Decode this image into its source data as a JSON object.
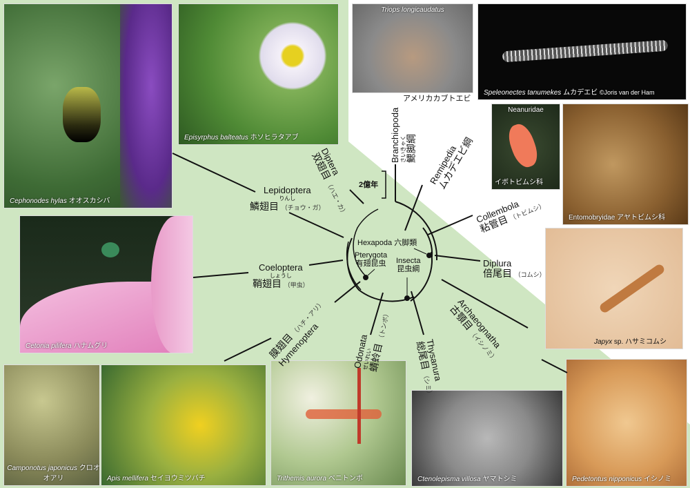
{
  "photos": {
    "cephonodes": {
      "sci": "Cephonodes hylas",
      "ja": "オオスカシバ"
    },
    "episyrphus": {
      "sci": "Episyrphus balteatus",
      "ja": "ホソヒラタアブ"
    },
    "triops": {
      "sci": "Triops longicaudatus",
      "ja": "アメリカカブトエビ"
    },
    "speleonectes": {
      "sci": "Speleonectes tanumekes",
      "ja": "ムカデエビ",
      "credit": "©Joris van der Ham"
    },
    "neanuridae": {
      "sci": "Neanuridae",
      "ja": "イボトビムシ科"
    },
    "entomobryidae": {
      "sci": "Entomobryidae",
      "ja": "アヤトビムシ科"
    },
    "japyx": {
      "sci": "Japyx",
      "sp": "sp.",
      "ja": "ハサミコムシ"
    },
    "cetonia": {
      "sci": "Cetonia pilifera",
      "ja": "ハナムグリ"
    },
    "camponotus": {
      "sci": "Camponotus japonicus",
      "ja": "クロオオアリ"
    },
    "apis": {
      "sci": "Apis mellifera",
      "ja": "セイヨウミツバチ"
    },
    "trithemis": {
      "sci": "Trithemis aurora",
      "ja": "ベニトンボ"
    },
    "ctenolepisma": {
      "sci": "Ctenolepisma villosa",
      "ja": "ヤマトシミ"
    },
    "pedetontus": {
      "sci": "Pedetontus nipponicus",
      "ja": "イシノミ"
    }
  },
  "taxa": {
    "diptera": {
      "en": "Diptera",
      "ja": "双翅目",
      "note": "（ハエ・カ）"
    },
    "lepidoptera": {
      "en": "Lepidoptera",
      "ja": "鱗翅目",
      "furi": "りんし",
      "note": "（チョウ・ガ）"
    },
    "coeloptera": {
      "en": "Coeloptera",
      "ja": "鞘翅目",
      "furi": "しょうし",
      "note": "（甲虫）"
    },
    "hymenoptera": {
      "en": "Hymenoptera",
      "ja": "膜翅目",
      "note": "（ハチ・アリ）"
    },
    "odonata": {
      "en": "Odonata",
      "ja": "蜻蛉目",
      "furi": "せいれい",
      "note": "（トンボ）"
    },
    "thysanura": {
      "en": "Thysanura",
      "ja": "総尾目",
      "note": "（シミ）"
    },
    "archaeognatha": {
      "en": "Archaeognatha",
      "ja": "古顎目",
      "note": "（イシノミ）"
    },
    "diplura": {
      "en": "Diplura",
      "ja": "倍尾目",
      "note": "（コムシ）"
    },
    "collembola": {
      "en": "Collembola",
      "ja": "粘管目",
      "note": "（トビムシ）"
    },
    "remipedia": {
      "en": "Remipedia",
      "ja": "ムカデエビ綱"
    },
    "branchiopoda": {
      "en": "Branchiopoda",
      "ja": "鰓脚綱",
      "furi": "さいきゃく"
    }
  },
  "nodes": {
    "hexapoda": "Hexapoda 六脚類",
    "pterygota_en": "Pterygota",
    "pterygota_ja": "有翅昆虫",
    "insecta_en": "Insecta",
    "insecta_ja": "昆虫綱"
  },
  "scale": "2億年",
  "colors": {
    "green": "#cfe6c2",
    "line": "#111111"
  }
}
